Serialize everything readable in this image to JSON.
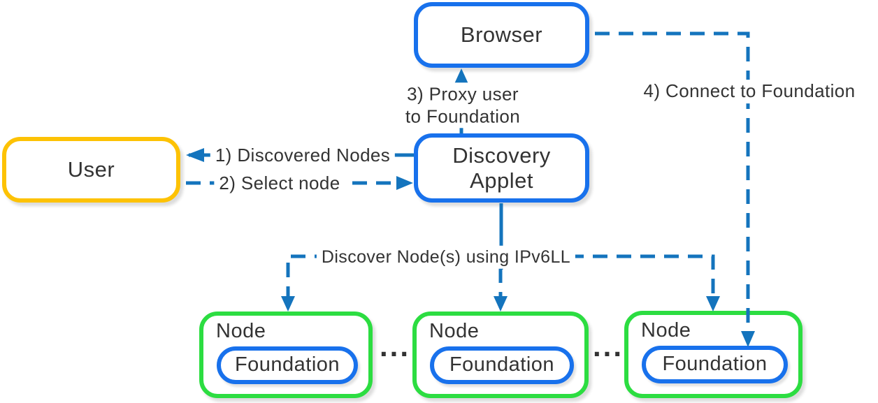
{
  "colors": {
    "box_blue": "#1871EC",
    "line_blue": "#1474BD",
    "green": "#2CDD41",
    "gold": "#FDC204",
    "text": "#333333",
    "bg": "#FFFFFF"
  },
  "nodes": {
    "browser": {
      "label": "Browser"
    },
    "user": {
      "label": "User"
    },
    "applet": {
      "label_line1": "Discovery",
      "label_line2": "Applet"
    },
    "node1": {
      "label": "Node",
      "inner": "Foundation"
    },
    "node2": {
      "label": "Node",
      "inner": "Foundation"
    },
    "node3": {
      "label": "Node",
      "inner": "Foundation"
    }
  },
  "labels": {
    "discovered_nodes": "1) Discovered Nodes",
    "select_node": "2) Select node",
    "proxy_line1": "3) Proxy user",
    "proxy_line2": "to Foundation",
    "connect": "4) Connect to Foundation",
    "discover": "Discover Node(s) using IPv6LL",
    "ellipsis1": "...",
    "ellipsis2": "..."
  }
}
